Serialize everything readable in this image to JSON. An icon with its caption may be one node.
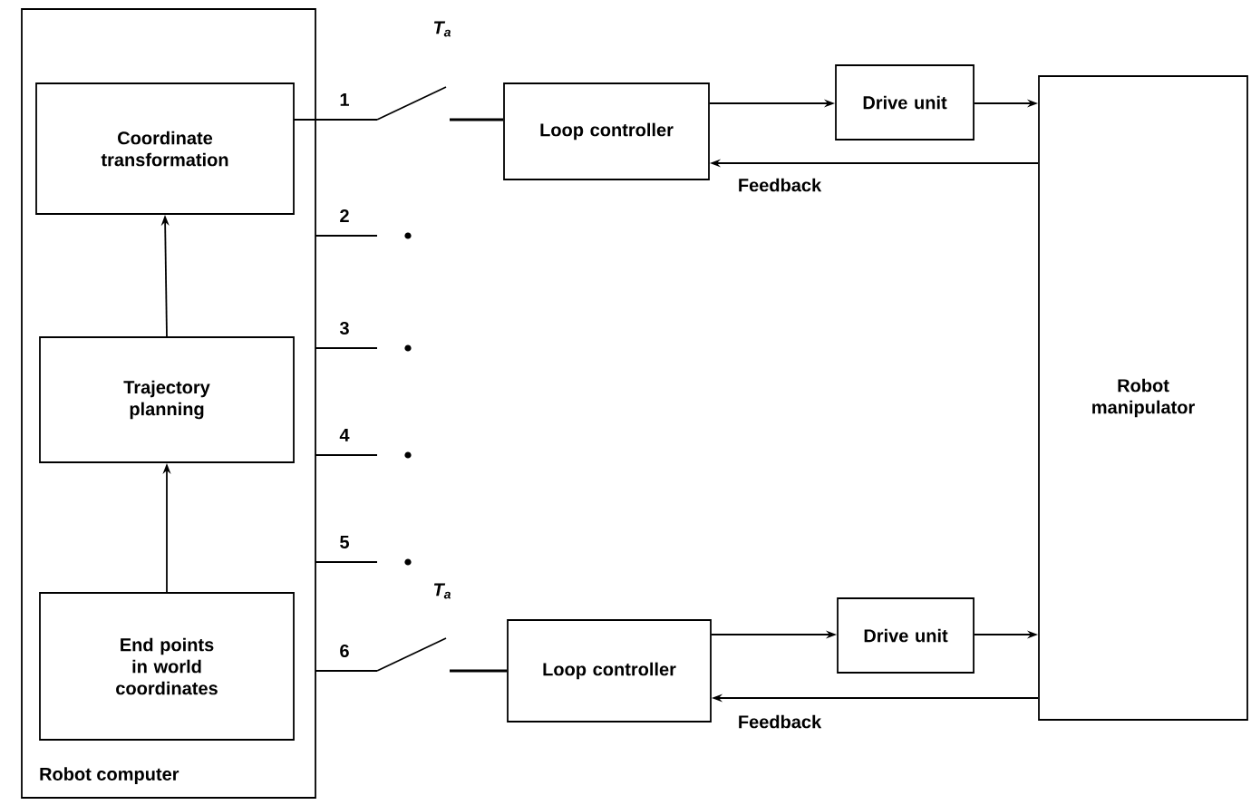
{
  "diagram": {
    "nodes": [
      {
        "text": [
          "Robot computer"
        ]
      },
      {
        "text": [
          "Coordinate transformation"
        ],
        "in": 0
      },
      {
        "text": [
          "Trajectory planning"
        ],
        "in": 0
      },
      {
        "text": [
          "End points in world coordinates"
        ],
        "in": 0
      },
      {
        "text": [
          "Loop controller"
        ]
      },
      {
        "text": [
          "Drive unit"
        ]
      },
      {
        "text": [
          "Robot manipulator"
        ]
      },
      {
        "text": [
          "Loop controller"
        ]
      },
      {
        "text": [
          "Drive unit"
        ]
      }
    ],
    "edges": [
      {
        "from": 3,
        "to": 2,
        "arrow": "to"
      },
      {
        "from": 2,
        "to": 1,
        "arrow": "to"
      },
      {
        "from": 4,
        "to": 5,
        "arrow": "to"
      },
      {
        "from": 5,
        "to": 6,
        "arrow": "to"
      },
      {
        "from": 6,
        "to": 4,
        "arrow": "to",
        "label": "Feedback"
      },
      {
        "from": 7,
        "to": 8,
        "arrow": "to"
      },
      {
        "from": 8,
        "to": 6,
        "arrow": "to"
      },
      {
        "from": 6,
        "to": 7,
        "arrow": "to",
        "label": "Feedback"
      }
    ],
    "labels": [
      "T$_{a}$",
      "1",
      "2",
      "3",
      "4",
      "5",
      "T$_{a}$",
      "6"
    ]
  }
}
